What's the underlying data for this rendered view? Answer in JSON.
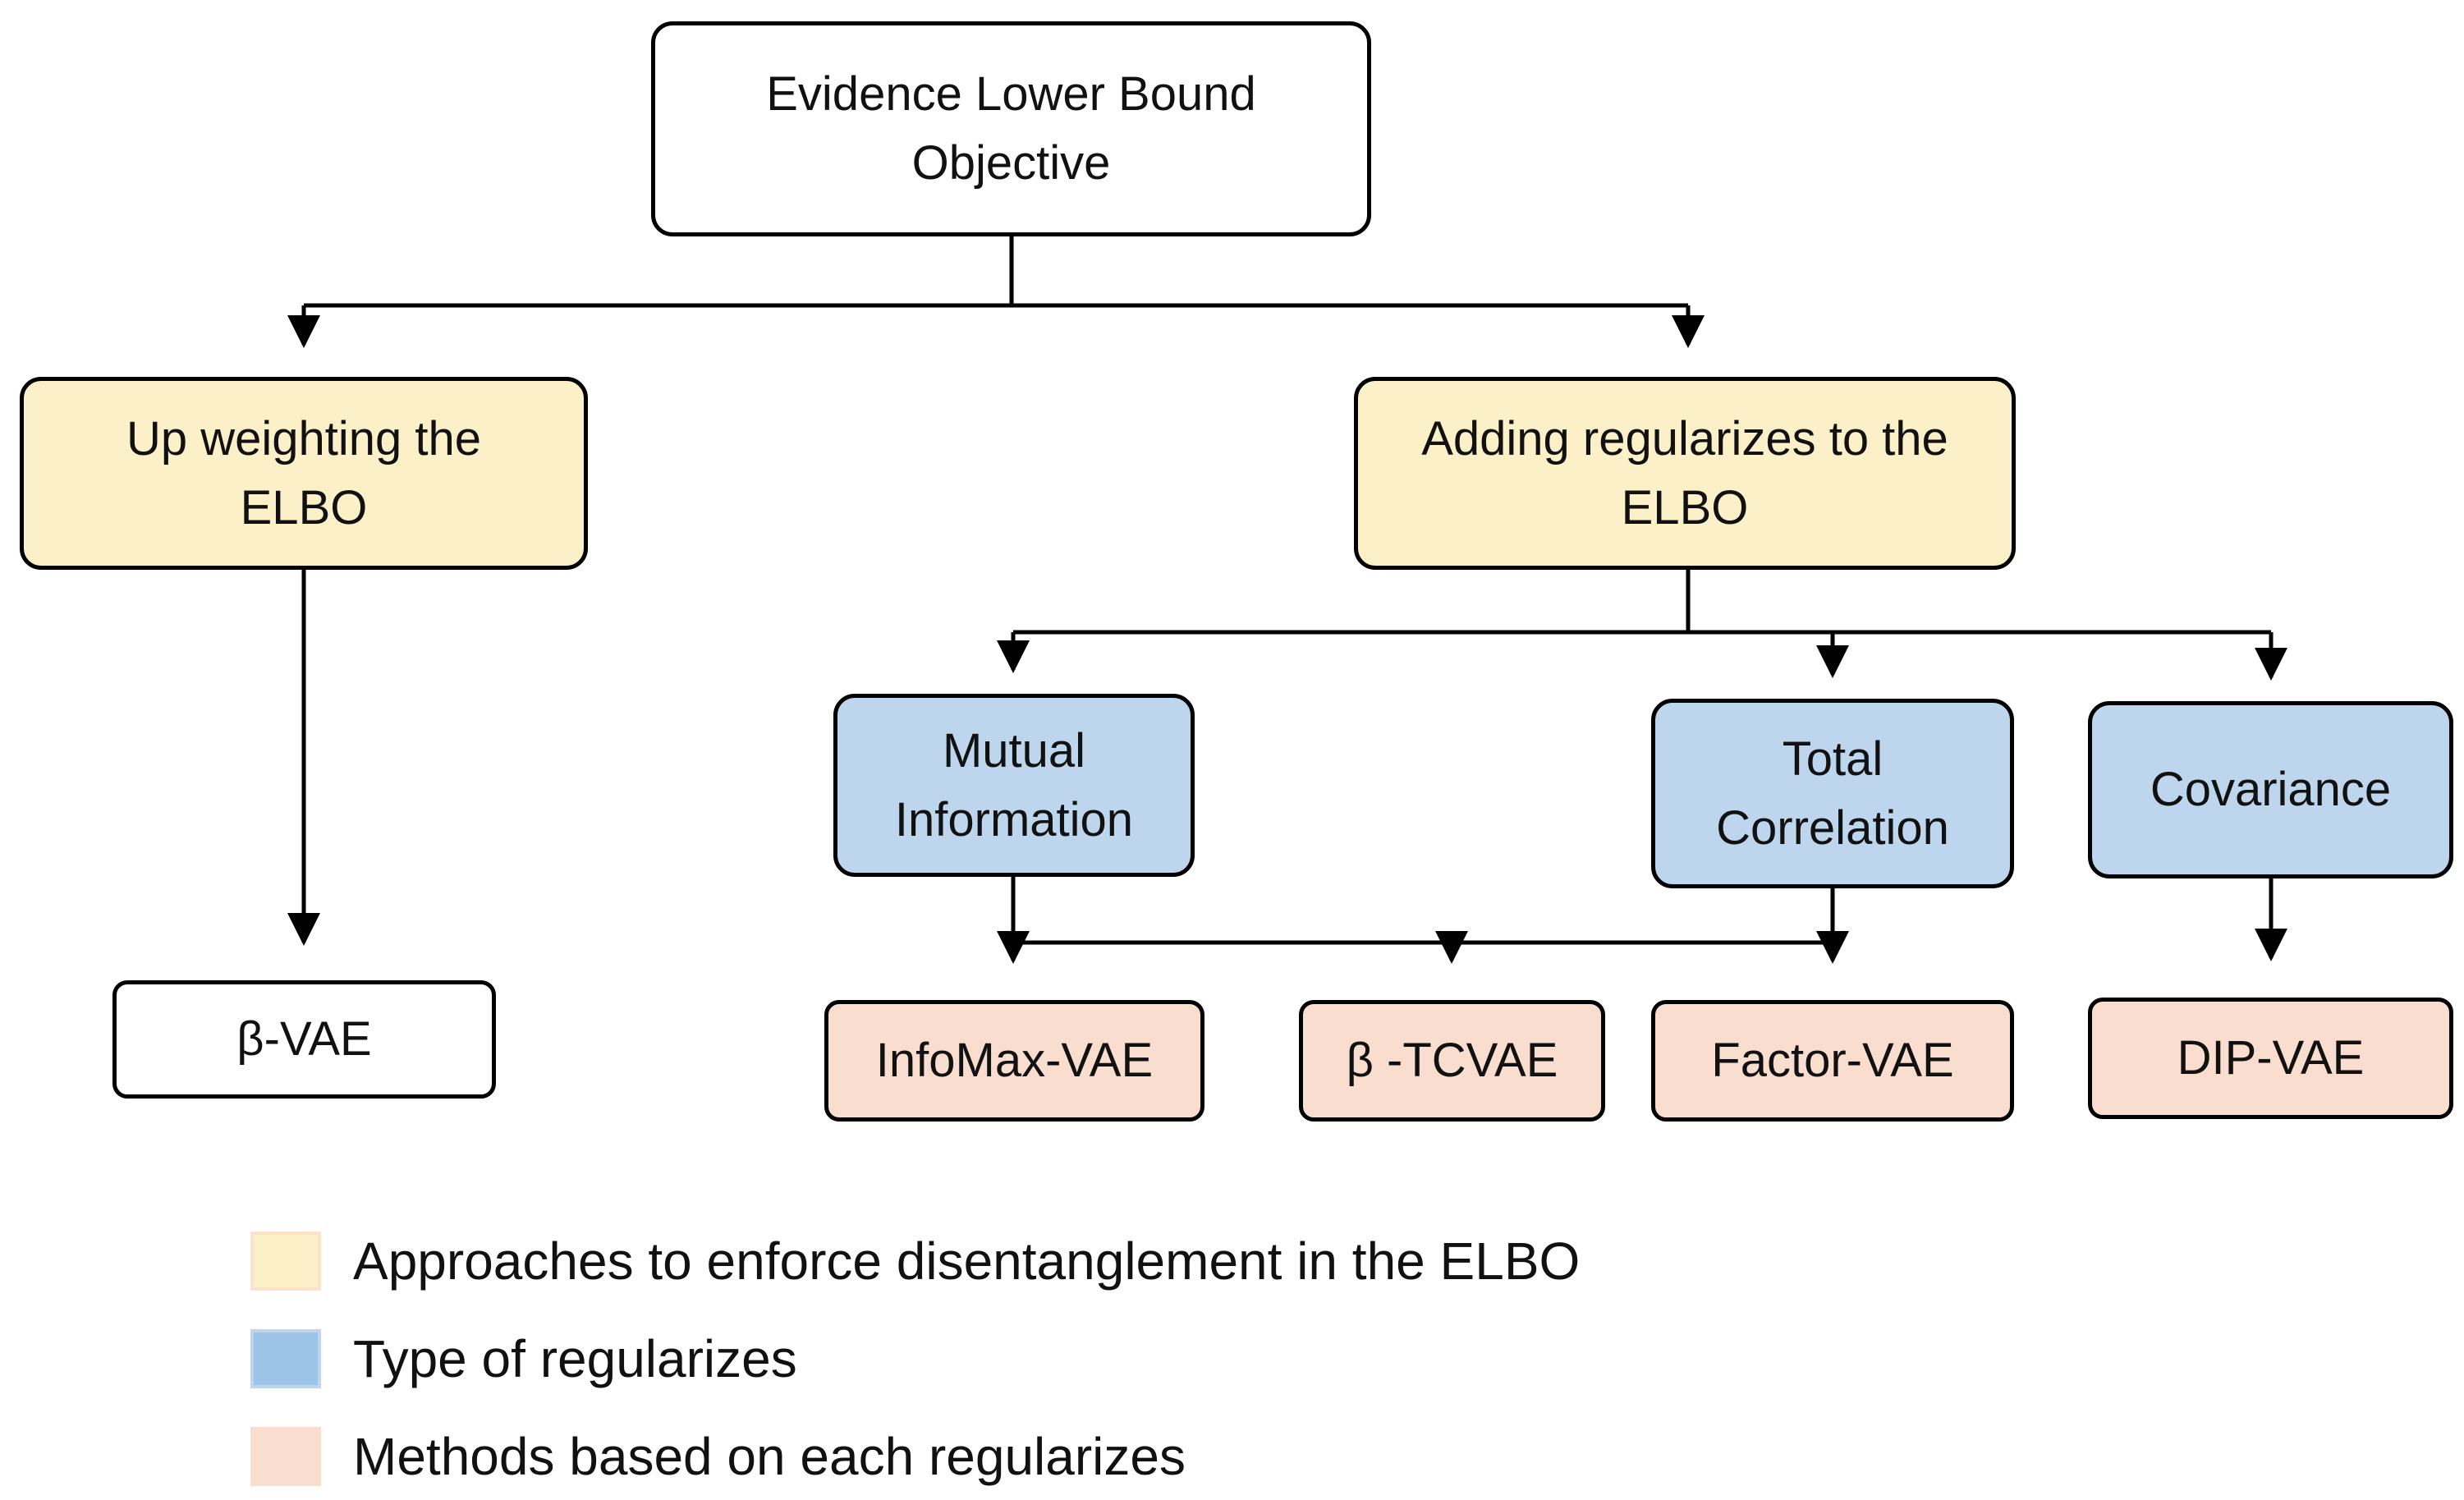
{
  "colors": {
    "approach_fill": "#fcf0c9",
    "regularizer_fill": "#bdd6ee",
    "method_fill": "#f9ddcf",
    "plain_fill": "#ffffff",
    "line": "#000000",
    "approach_swatch_border": "#fbe3c9",
    "regularizer_swatch_fill": "#9dc3e6",
    "regularizer_swatch_border": "#bdd6ee"
  },
  "nodes": {
    "root": {
      "line1": "Evidence Lower Bound",
      "line2": "Objective"
    },
    "up_weighting": {
      "line1": "Up weighting the",
      "line2": "ELBO"
    },
    "adding_regularizers": {
      "line1": "Adding regularizes to the",
      "line2": "ELBO"
    },
    "mutual_information": {
      "line1": "Mutual",
      "line2": "Information"
    },
    "total_correlation": {
      "line1": "Total",
      "line2": "Correlation"
    },
    "covariance": {
      "label": "Covariance"
    },
    "beta_vae": {
      "label": "β-VAE"
    },
    "infomax_vae": {
      "label": "InfoMax-VAE"
    },
    "beta_tcvae": {
      "label": "β -TCVAE"
    },
    "factor_vae": {
      "label": "Factor-VAE"
    },
    "dip_vae": {
      "label": "DIP-VAE"
    }
  },
  "legend": {
    "approaches": "Approaches to enforce disentanglement in the ELBO",
    "regularizer_types": "Type of regularizes",
    "methods": "Methods based on each regularizes"
  }
}
